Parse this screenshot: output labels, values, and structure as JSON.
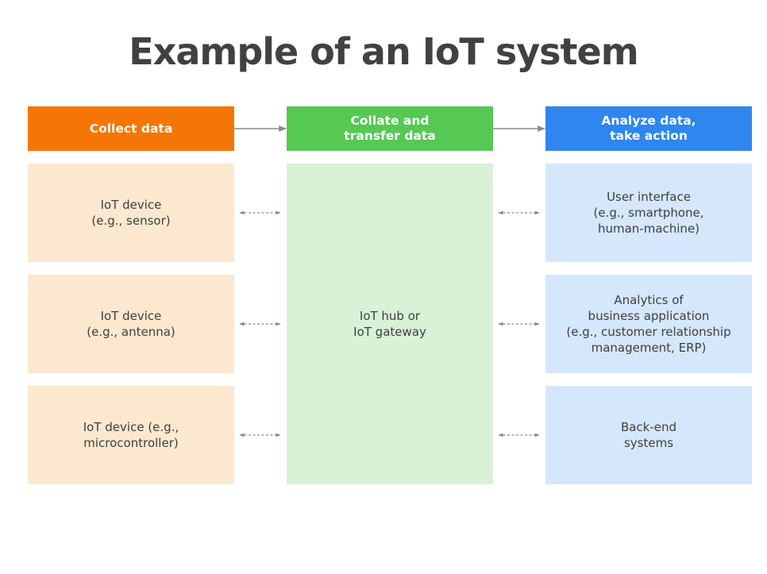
{
  "title": "Example of an IoT system",
  "columns": [
    {
      "header": "Collect data",
      "color": "#f57606",
      "cell_color": "#fce8cf"
    },
    {
      "header": "Collate and\ntransfer data",
      "color": "#56c854",
      "cell_color": "#d9f1d7"
    },
    {
      "header": "Analyze data,\ntake action",
      "color": "#2f86ee",
      "cell_color": "#d5e7fb"
    }
  ],
  "collect_items": [
    "IoT device\n(e.g., sensor)",
    "IoT device\n(e.g., antenna)",
    "IoT device (e.g.,\nmicrocontroller)"
  ],
  "hub": "IoT hub or\nIoT gateway",
  "action_items": [
    "User interface\n(e.g., smartphone,\nhuman-machine)",
    "Analytics of\nbusiness application\n(e.g., customer relationship\nmanagement, ERP)",
    "Back-end\nsystems"
  ],
  "connector_color": "#8a8a8a"
}
